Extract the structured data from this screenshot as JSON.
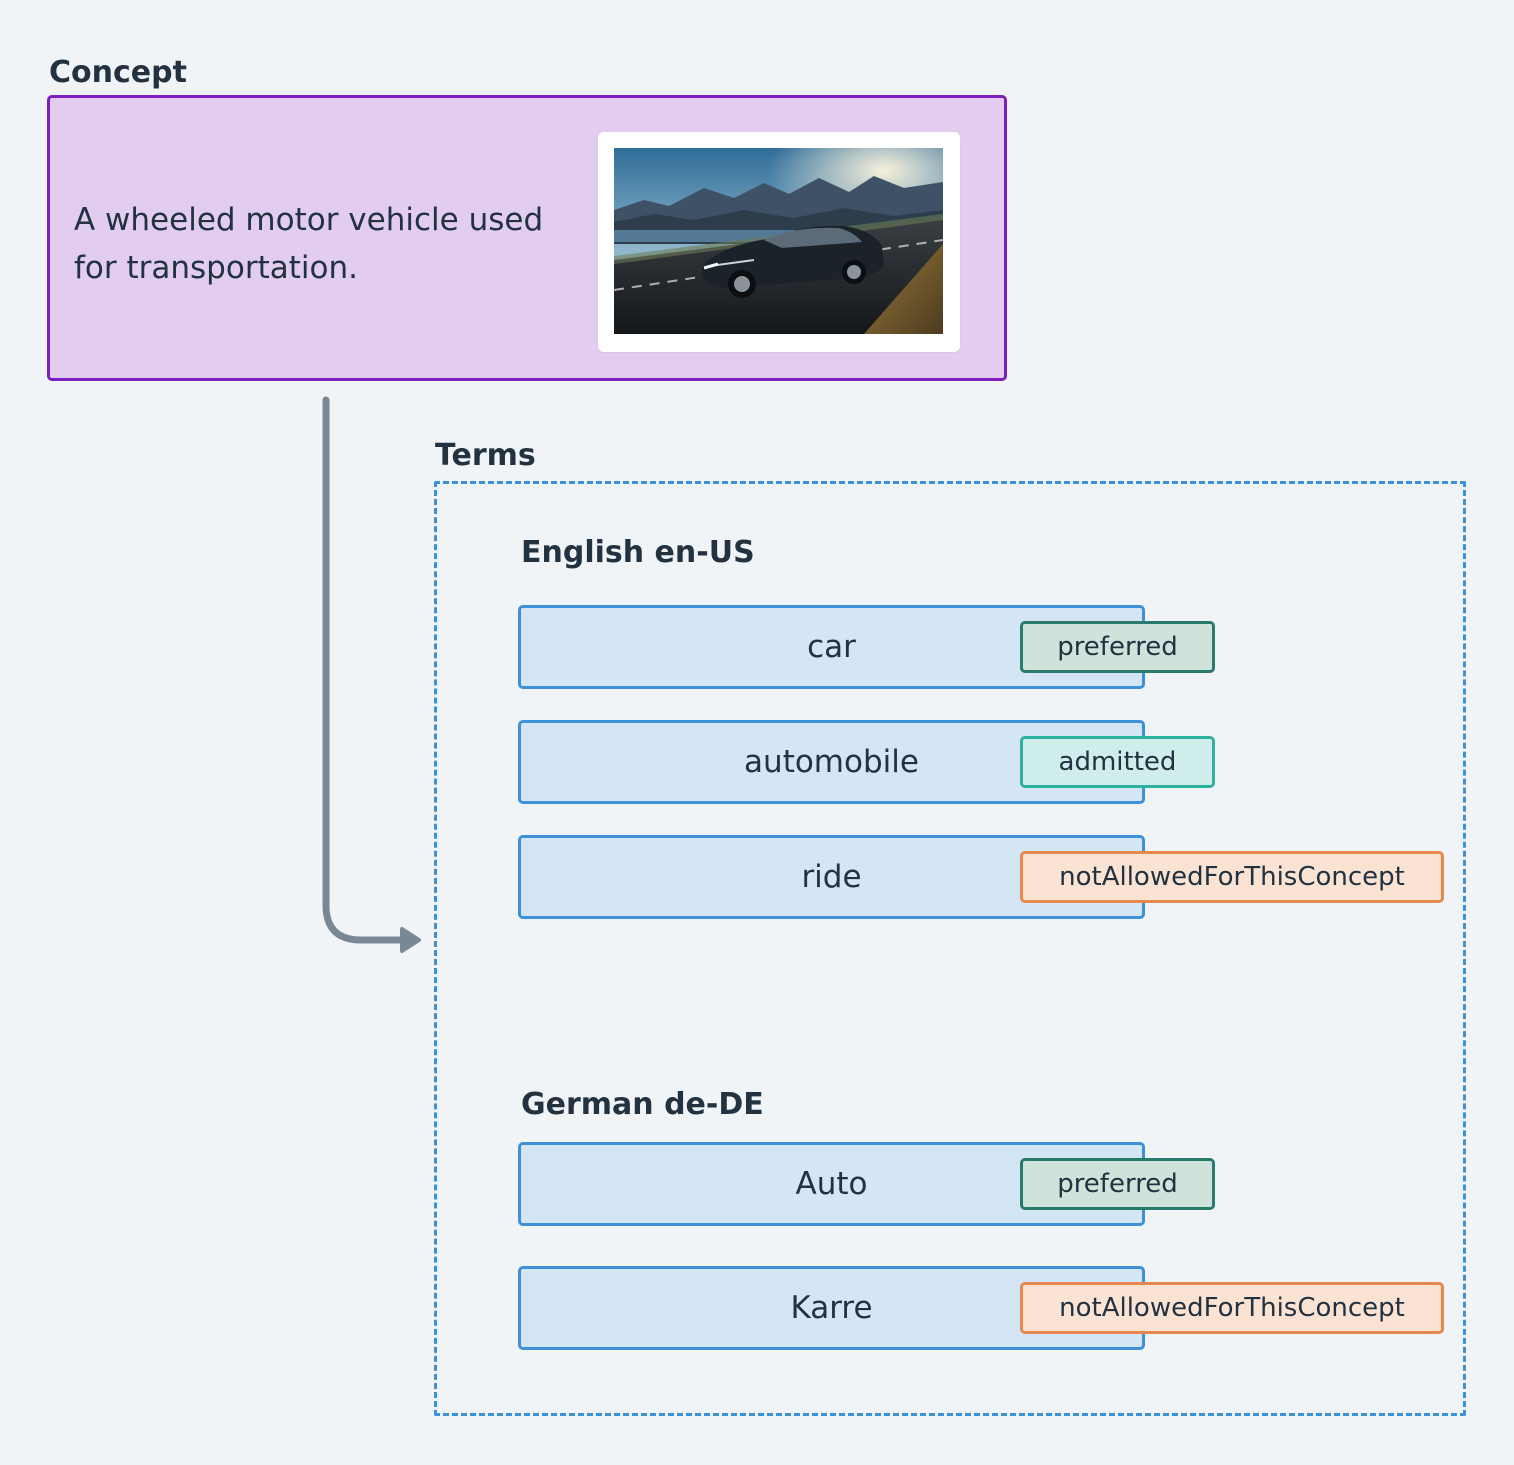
{
  "concept": {
    "heading": "Concept",
    "definition": "A wheeled motor vehicle used for transportation.",
    "image_description_icon": "car-photo"
  },
  "terms": {
    "heading": "Terms",
    "languages": [
      {
        "heading": "English en-US",
        "entries": [
          {
            "term": "car",
            "status": "preferred"
          },
          {
            "term": "automobile",
            "status": "admitted"
          },
          {
            "term": "ride",
            "status": "notAllowedForThisConcept"
          }
        ]
      },
      {
        "heading": "German de-DE",
        "entries": [
          {
            "term": "Auto",
            "status": "preferred"
          },
          {
            "term": "Karre",
            "status": "notAllowedForThisConcept"
          }
        ]
      }
    ]
  },
  "colors": {
    "background": "#f0f4f7",
    "concept_fill": "#e2cdf0",
    "concept_border": "#7e1fbd",
    "term_fill": "#d4e6f6",
    "term_border": "#3d91d8",
    "preferred_fill": "#d0e3db",
    "preferred_border": "#287a6a",
    "admitted_fill": "#cfeeeb",
    "admitted_border": "#2fb1a0",
    "not_allowed_fill": "#fbe3d4",
    "not_allowed_border": "#e58a4c",
    "connector": "#7a8896"
  }
}
